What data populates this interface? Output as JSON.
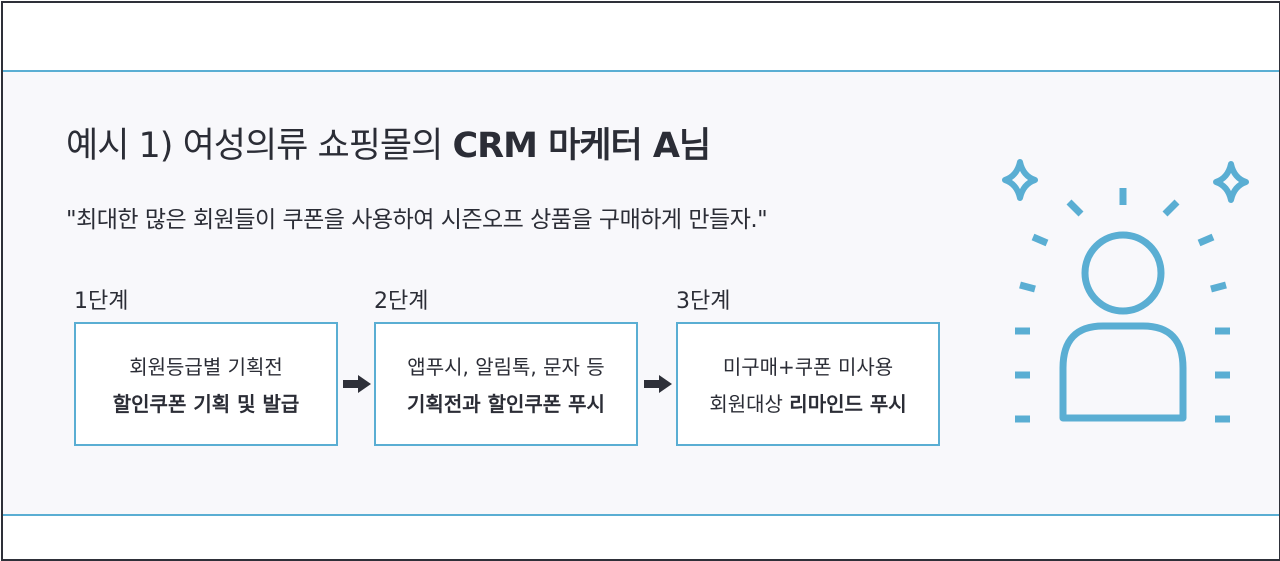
{
  "title": {
    "prefix": "예시 1)  여성의류 쇼핑몰의 ",
    "strong": "CRM 마케터 A님"
  },
  "quote": "\"최대한 많은 회원들이 쿠폰을 사용하여 시즌오프 상품을 구매하게 만들자.\"",
  "steps": [
    {
      "label": "1단계",
      "line1": "회원등급별 기획전",
      "line2_regular": "",
      "line2_bold": "할인쿠폰 기획 및 발급"
    },
    {
      "label": "2단계",
      "line1": "앱푸시, 알림톡, 문자 등",
      "line2_regular": "",
      "line2_bold": "기획전과 할인쿠폰 푸시"
    },
    {
      "label": "3단계",
      "line1": "미구매+쿠폰 미사용",
      "line2_regular": "회원대상 ",
      "line2_bold": "리마인드 푸시"
    }
  ],
  "icons": {
    "arrow": "arrow-right-icon",
    "persona": "person-highlight-icon",
    "sparkle": "sparkle-icon"
  },
  "colors": {
    "accent": "#5aaed3",
    "text": "#2b2d36",
    "frame": "#2e3039",
    "panel": "#f8f8fb"
  }
}
